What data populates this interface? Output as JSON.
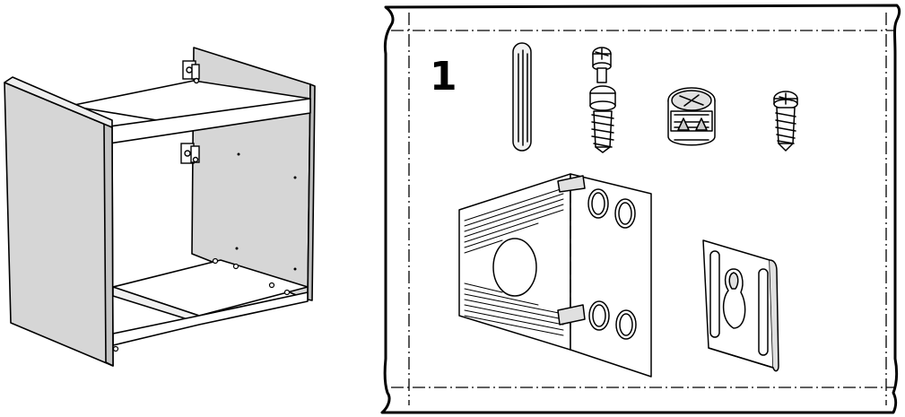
{
  "step": {
    "number": "1"
  },
  "colors": {
    "line": "#000000",
    "panel_shade": "#d6d6d6",
    "part_shade": "#e0e0e0",
    "background": "#ffffff"
  },
  "components": {
    "cabinet": "cabinet-frame",
    "bag": "hardware-bag",
    "parts": [
      "wooden-dowel",
      "cam-lock-bolt",
      "cam-lock-nut",
      "short-screw",
      "corner-bracket",
      "wall-hanger-plate"
    ]
  }
}
